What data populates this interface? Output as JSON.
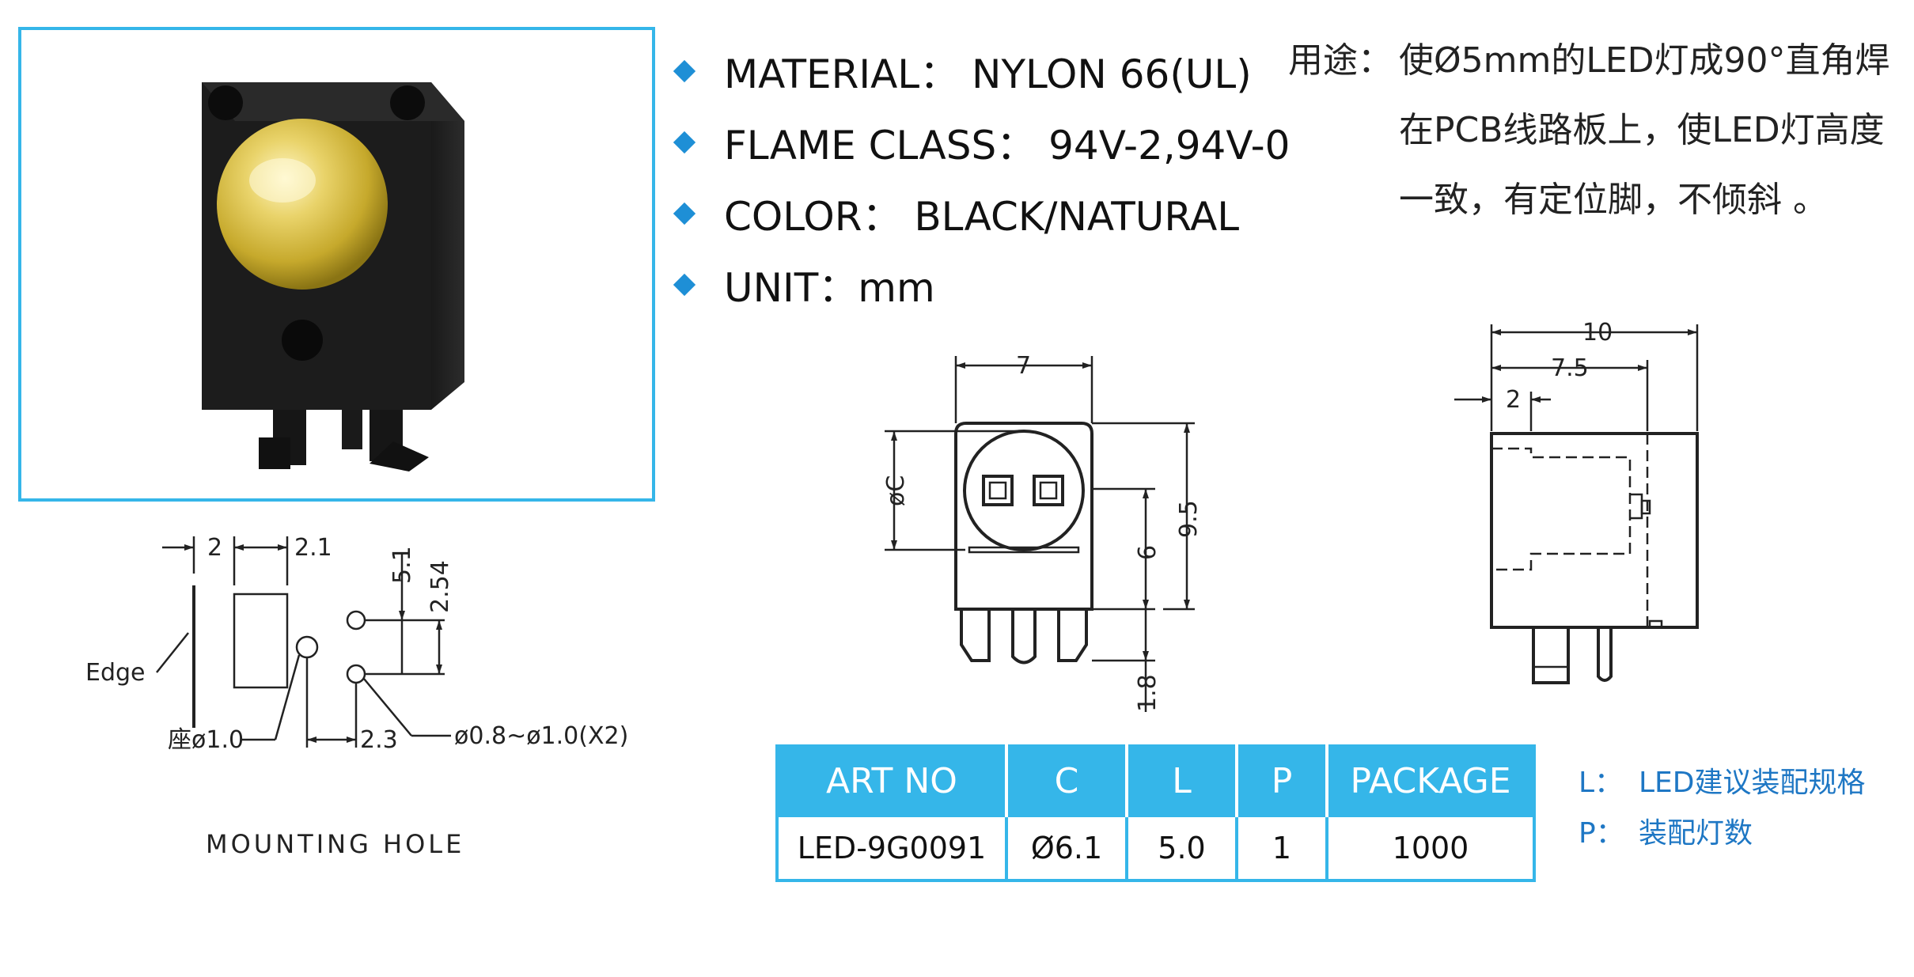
{
  "specs": [
    {
      "text": "MATERIAL： NYLON 66(UL)"
    },
    {
      "text": "FLAME CLASS： 94V-2,94V-0"
    },
    {
      "text": "COLOR： BLACK/NATURAL"
    },
    {
      "text": "UNIT：mm"
    }
  ],
  "usage": {
    "label": "用途：",
    "lines": [
      "使Ø5mm的LED灯成90°直角焊",
      "在PCB线路板上，使LED灯高度",
      "一致，有定位脚，不倾斜 。"
    ]
  },
  "mounting_hole": {
    "caption": "MOUNTING HOLE",
    "dim_2": "2",
    "dim_2_1": "2.1",
    "dim_5_1": "5.1",
    "dim_2_54": "2.54",
    "dim_2_3": "2.3",
    "edge_label": "Edge",
    "seat_label": "座ø1.0",
    "hole_label": "ø0.8~ø1.0(X2)"
  },
  "front_view": {
    "dim_7": "7",
    "dim_c": "øC",
    "dim_6": "6",
    "dim_9_5": "9.5",
    "dim_1_8": "1.8"
  },
  "side_view": {
    "dim_10": "10",
    "dim_7_5": "7.5",
    "dim_2": "2"
  },
  "table": {
    "headers": [
      "ART NO",
      "C",
      "L",
      "P",
      "PACKAGE"
    ],
    "rows": [
      [
        "LED-9G0091",
        "Ø6.1",
        "5.0",
        "1",
        "1000"
      ]
    ]
  },
  "legend": [
    {
      "key": "L：",
      "value": "LED建议装配规格"
    },
    {
      "key": "P：",
      "value": "装配灯数"
    }
  ],
  "colors": {
    "accent": "#35b6e9",
    "bullet": "#1e8fd6",
    "legend": "#1e77c4"
  }
}
